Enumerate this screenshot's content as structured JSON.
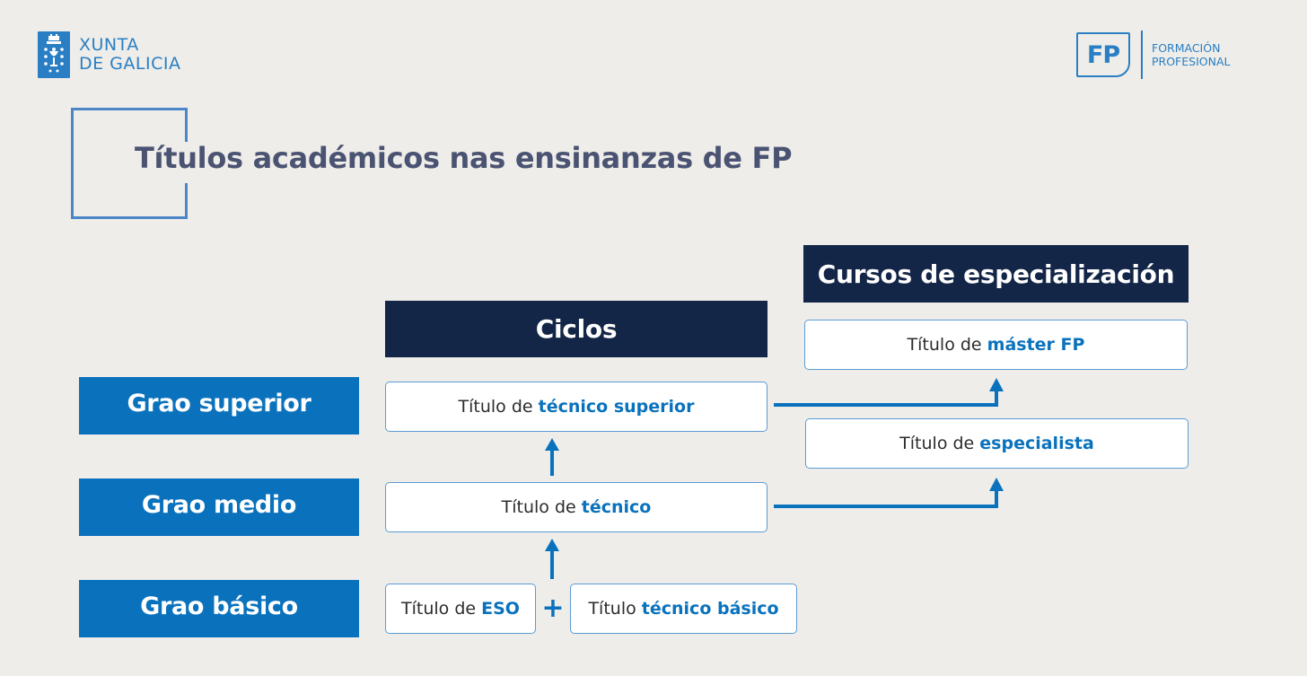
{
  "branding": {
    "xunta_line1": "XUNTA",
    "xunta_line2": "DE GALICIA",
    "fp_abbr": "FP",
    "fp_line1": "FORMACIÓN",
    "fp_line2": "PROFESIONAL"
  },
  "title": "Títulos académicos nas ensinanzas de FP",
  "headers": {
    "ciclos": "Ciclos",
    "cursos": "Cursos de especialización"
  },
  "levels": {
    "superior": "Grao superior",
    "medio": "Grao medio",
    "basico": "Grao básico"
  },
  "titles": {
    "tecnico_superior": {
      "prefix": "Título de ",
      "highlight": "técnico superior"
    },
    "tecnico": {
      "prefix": "Título de ",
      "highlight": "técnico"
    },
    "eso": {
      "prefix": "Título de ",
      "highlight": "ESO"
    },
    "tecnico_basico": {
      "prefix": "Título ",
      "highlight": "técnico básico"
    },
    "master": {
      "prefix": "Título de ",
      "highlight": "máster FP"
    },
    "especialista": {
      "prefix": "Título de ",
      "highlight": "especialista"
    }
  },
  "plus": "+",
  "colors": {
    "background": "#eeede9",
    "level_blue": "#0a72bd",
    "header_navy": "#142647",
    "title_text": "#4b5372",
    "accent": "#2a7fc4"
  },
  "icons": [
    "xunta-shield-icon",
    "arrow-up-icon"
  ]
}
